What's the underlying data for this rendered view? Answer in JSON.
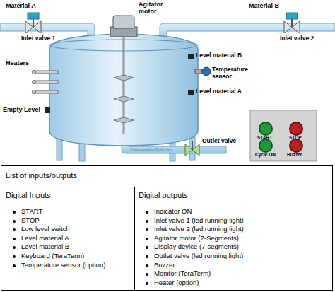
{
  "diagram": {
    "labels": [
      "Material A",
      "Inlet valve 1",
      "Agitator motor",
      "Material B",
      "Inlet valve 2",
      "Level material B",
      "Temperature sensor",
      "Level material A",
      "Heaters",
      "Empty Level",
      "Outlet valve",
      "InstrumentationTools.com",
      "START",
      "STOP",
      "Cycle ON",
      "Buzzer",
      "List of inputs/outputs",
      "Digital Inputs",
      "Digital outputs",
      "START",
      "STOP",
      "Low level switch",
      "Level material A",
      "Level material B",
      "Keyboard (TeraTerm)",
      "Temperature sensor (option)",
      "Indicator ON",
      "Inlet valve 1 (led running light)",
      "Inlet valve 2 (led running light)",
      "Agitator motor (7-Segments)",
      "Display device (7-segments)",
      "Outlet valve (led running light)",
      "Buzzer",
      "Monitor (TeraTerm)",
      "Heater (option)"
    ]
  }
}
